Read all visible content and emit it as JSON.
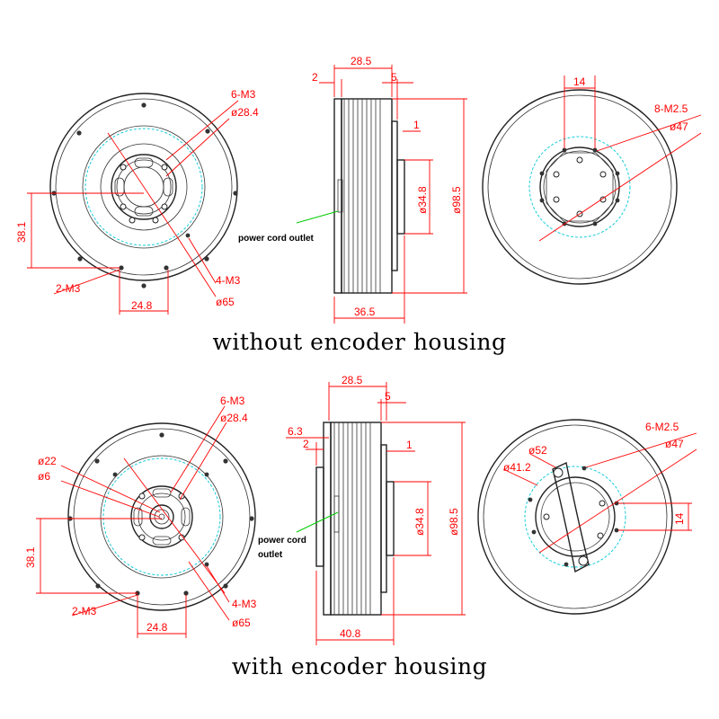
{
  "captions": {
    "top": "without encoder housing",
    "bottom": "with encoder housing"
  },
  "top": {
    "front": {
      "holes_6m3": "6-M3",
      "dia_28_4": "ø28.4",
      "dim_38_1": "38.1",
      "holes_2m3": "2-M3",
      "holes_4m3": "4-M3",
      "dim_24_8": "24.8",
      "dia_65": "ø65"
    },
    "side": {
      "dim_2": "2",
      "dim_28_5": "28.5",
      "dim_5": "5",
      "dim_1": "1",
      "dia_34_8": "ø34.8",
      "dia_98_5": "ø98.5",
      "dim_36_5": "36.5",
      "power_note": "power cord outlet"
    },
    "back": {
      "dim_14": "14",
      "holes_8m25": "8-M2.5",
      "dia_47": "ø47"
    }
  },
  "bottom": {
    "front": {
      "holes_6m3": "6-M3",
      "dia_28_4": "ø28.4",
      "dia_22": "ø22",
      "dia_6": "ø6",
      "dim_38_1": "38.1",
      "holes_2m3": "2-M3",
      "holes_4m3": "4-M3",
      "dim_24_8": "24.8",
      "dia_65": "ø65"
    },
    "side": {
      "dim_28_5": "28.5",
      "dim_5": "5",
      "dim_6_3": "6.3",
      "dim_2": "2",
      "dim_1": "1",
      "dia_34_8": "ø34.8",
      "dia_98_5": "ø98.5",
      "dim_40_8": "40.8",
      "power_note_1": "power cord",
      "power_note_2": "outlet"
    },
    "back": {
      "holes_6m25": "6-M2.5",
      "dia_52": "ø52",
      "dia_47": "ø47",
      "dia_41_2": "ø41.2",
      "dim_14": "14"
    }
  }
}
